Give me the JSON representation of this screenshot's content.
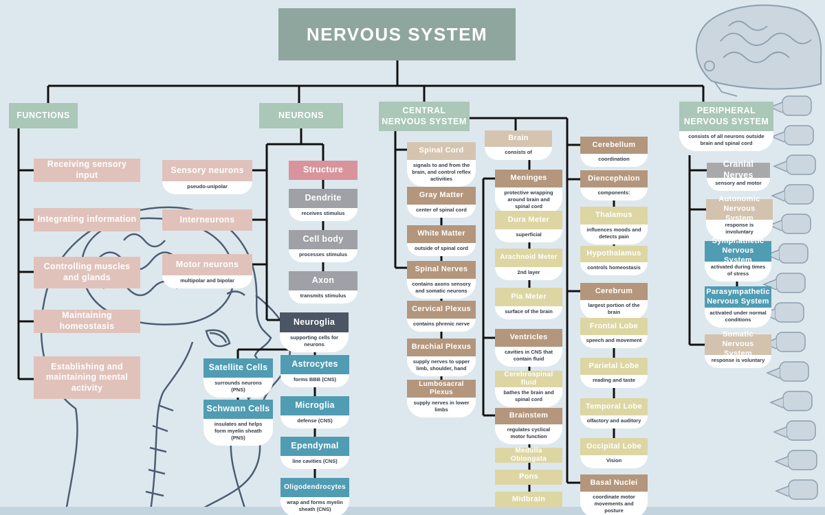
{
  "title": "NERVOUS SYSTEM",
  "colors": {
    "background": "#dde8ee",
    "bottom_strip": "#c4d4df",
    "line": "#111111",
    "title_box": "#8fa69f",
    "branch_header_green": "#aac7b7",
    "pink": "#e0c2ba",
    "rose": "#d9939c",
    "gray": "#9fa1a6",
    "dark_slate": "#4b5563",
    "teal": "#4f9cb3",
    "tan": "#d5c5b0",
    "brown": "#b3967c",
    "khaki": "#ddd6a3",
    "light_gray": "#a9a9ac",
    "bubble_text": "#333a47"
  },
  "functions": {
    "label": "FUNCTIONS",
    "items": [
      "Receiving sensory input",
      "Integrating information",
      "Controlling muscles and glands",
      "Maintaining homeostasis",
      "Establishing and maintaining mental activity"
    ]
  },
  "neurons": {
    "label": "NEURONS",
    "types": [
      {
        "label": "Sensory neurons",
        "sub": "pseudo-unipolar"
      },
      {
        "label": "Interneurons",
        "sub": ""
      },
      {
        "label": "Motor neurons",
        "sub": "multipolar and bipolar"
      }
    ],
    "structure": {
      "label": "Structure",
      "parts": [
        {
          "label": "Dendrite",
          "sub": "receives stimulus"
        },
        {
          "label": "Cell body",
          "sub": "processes stimulus"
        },
        {
          "label": "Axon",
          "sub": "transmits stimulus"
        }
      ]
    },
    "neuroglia": {
      "label": "Neuroglia",
      "sub": "supporting cells for neurons",
      "pns_cells": [
        {
          "label": "Satellite Cells",
          "sub": "surrounds neurons (PNS)"
        },
        {
          "label": "Schwann Cells",
          "sub": "insulates and helps form myelin sheath (PNS)"
        }
      ],
      "cns_cells": [
        {
          "label": "Astrocytes",
          "sub": "forms BBB (CNS)"
        },
        {
          "label": "Microglia",
          "sub": "defense (CNS)"
        },
        {
          "label": "Ependymal",
          "sub": "line cavities (CNS)"
        },
        {
          "label": "Oligodendrocytes",
          "sub": "wrap and forms myelin sheath (CNS)"
        }
      ]
    }
  },
  "cns": {
    "label": "CENTRAL NERVOUS SYSTEM",
    "spinal_chain": [
      {
        "label": "Spinal Cord",
        "sub": "signals to and from the brain, and control reflex activities"
      },
      {
        "label": "Gray Matter",
        "sub": "center of spinal cord"
      },
      {
        "label": "White Matter",
        "sub": "outside of spinal cord"
      },
      {
        "label": "Spinal Nerves",
        "sub": "contains axons sensory and somatic neurons"
      },
      {
        "label": "Cervical Plexus",
        "sub": "contains phrenic nerve"
      },
      {
        "label": "Brachial Plexus",
        "sub": "supply nerves to upper limb, shoulder, hand"
      },
      {
        "label": "Lumbosacral Plexus",
        "sub": "supply nerves in lower limbs"
      }
    ],
    "brain_chain": [
      {
        "label": "Brain",
        "sub": "consists of"
      },
      {
        "label": "Meninges",
        "sub": "protective wrapping around brain and spinal cord"
      },
      {
        "label": "Dura Meter",
        "sub": "superficial"
      },
      {
        "label": "Arachnoid Meter",
        "sub": "2nd layer"
      },
      {
        "label": "Pia Meter",
        "sub": "surface of the brain"
      },
      {
        "label": "Ventricles",
        "sub": "cavities in CNS that contain fluid"
      },
      {
        "label": "Cerebrospinal fluid",
        "sub": "bathes the brain and spinal cord"
      },
      {
        "label": "Brainstem",
        "sub": "regulates cyclical motor function"
      },
      {
        "label": "Medulla Oblongata",
        "sub": ""
      },
      {
        "label": "Pons",
        "sub": ""
      },
      {
        "label": "Midbrain",
        "sub": ""
      }
    ],
    "right_chain": [
      {
        "label": "Cerebellum",
        "sub": "coordination"
      },
      {
        "label": "Diencephalon",
        "sub": "components:"
      },
      {
        "label": "Thalamus",
        "sub": "influences moods and detects pain"
      },
      {
        "label": "Hypothalamus",
        "sub": "controls homeostasis"
      },
      {
        "label": "Cerebrum",
        "sub": "largest portion of the brain"
      },
      {
        "label": "Frontal Lobe",
        "sub": "speech and movement"
      },
      {
        "label": "Parietal Lobe",
        "sub": "reading and taste"
      },
      {
        "label": "Temporal Lobe",
        "sub": "olfactory and auditory"
      },
      {
        "label": "Occipital Lobe",
        "sub": "Vision"
      },
      {
        "label": "Basal Nuclei",
        "sub": "coordinate motor movements and posture"
      }
    ]
  },
  "pns": {
    "label": "PERIPHERAL NERVOUS SYSTEM",
    "sub": "consists of all neurons outside brain and spinal cord",
    "items": [
      {
        "label": "Cranial Nerves",
        "sub": "sensory and motor"
      },
      {
        "label": "Autonomic Nervous System",
        "sub": "response is involuntary"
      },
      {
        "label": "Symphathetic Nervous System",
        "sub": "activated during times of stress"
      },
      {
        "label": "Parasympathetic Nervous System",
        "sub": "activated under normal conditions"
      },
      {
        "label": "Somatic Nervous System",
        "sub": "response is voluntary"
      }
    ]
  }
}
